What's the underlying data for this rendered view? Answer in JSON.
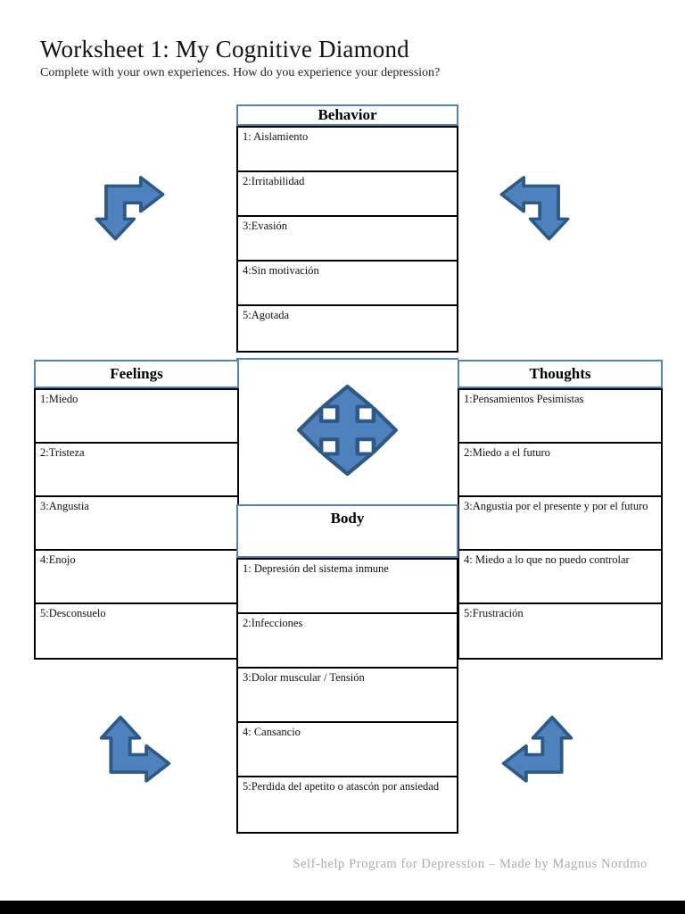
{
  "page": {
    "title": "Worksheet 1: My Cognitive Diamond",
    "subtitle": "Complete with your own experiences. How do you experience your depression?",
    "footer": "Self-help Program for Depression – Made by Magnus Nordmo"
  },
  "tables": {
    "behavior": {
      "header": "Behavior",
      "rows": [
        "1: Aislamiento",
        "2:Irritabilidad",
        "3:Evasión",
        "4:Sin motivación",
        "5:Agotada"
      ]
    },
    "feelings": {
      "header": "Feelings",
      "rows": [
        "1:Miedo",
        "2:Tristeza",
        "3:Angustia",
        "4:Enojo",
        "5:Desconsuelo"
      ]
    },
    "thoughts": {
      "header": "Thoughts",
      "rows": [
        "1:Pensamientos Pesimistas",
        "2:Miedo a el futuro",
        "3:Angustia por el presente y por el futuro",
        "4: Miedo a lo que no puedo controlar",
        "5:Frustración"
      ]
    },
    "body": {
      "header": "Body",
      "rows": [
        "1: Depresión del sistema inmune",
        "2:Infecciones",
        "3:Dolor muscular / Tensión",
        "4: Cansancio",
        "5:Perdida del apetito o atascón por ansiedad"
      ]
    }
  },
  "icons": {
    "top_left": "elbow-arrow-right-down",
    "top_right": "elbow-arrow-left-down",
    "center": "four-way-arrow",
    "bottom_left": "elbow-arrow-up-right",
    "bottom_right": "elbow-arrow-up-left"
  },
  "colors": {
    "header_border_blue": "#4f81bd",
    "arrow_fill": "#4f81bd",
    "arrow_stroke": "#2d5986",
    "table_border": "#000000",
    "footer_text": "#ababab",
    "bottom_bar": "#000000"
  }
}
